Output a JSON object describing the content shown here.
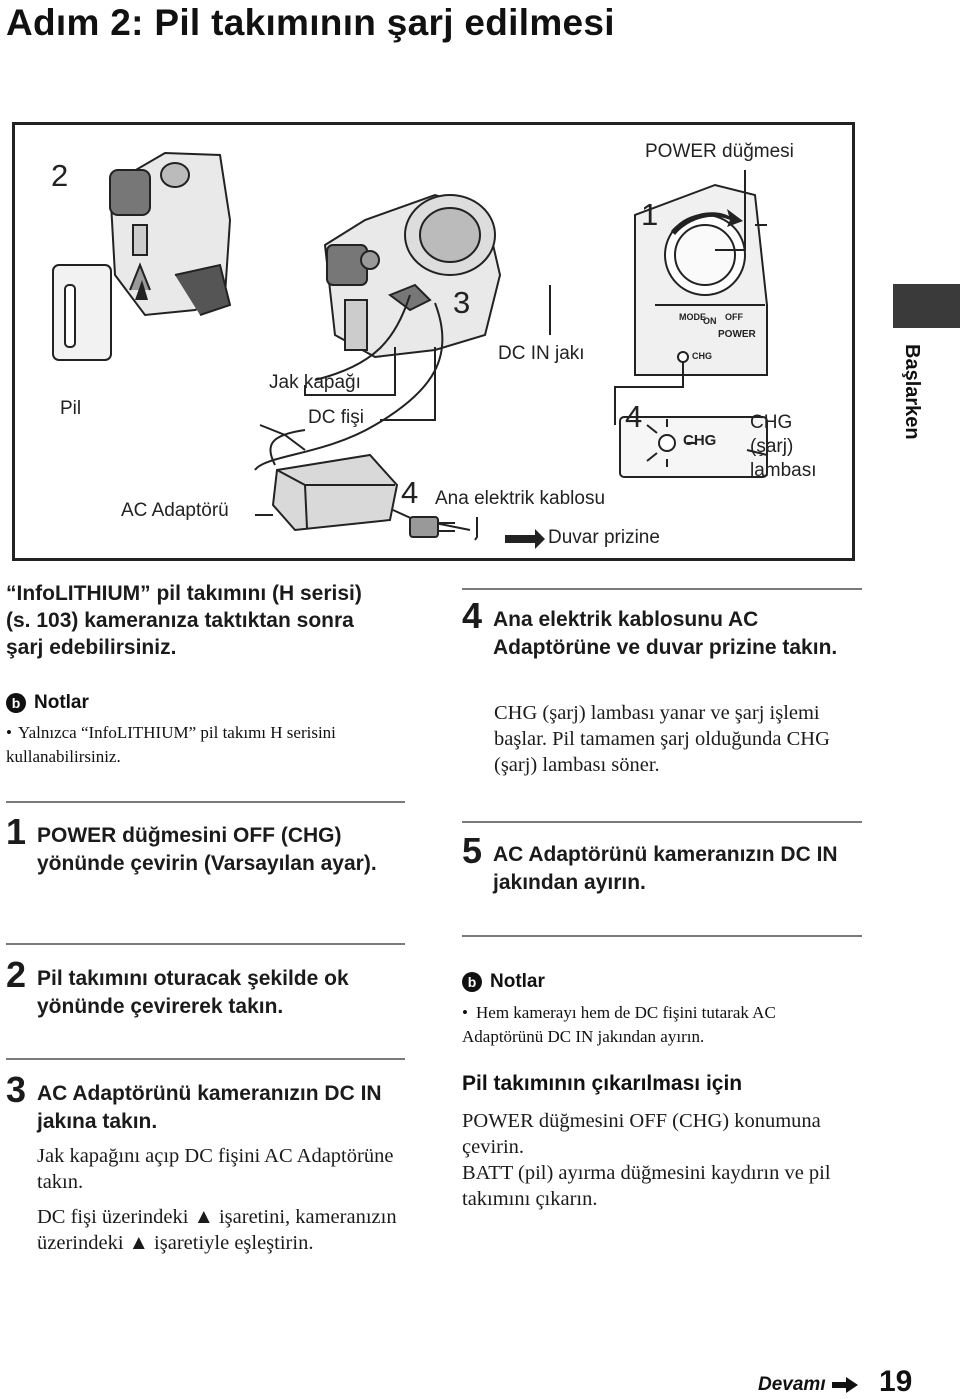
{
  "page": {
    "title": "Adım 2: Pil takımının şarj edilmesi",
    "side_tab": "Başlarken",
    "continued": "Devamı",
    "page_number": "19"
  },
  "figure": {
    "labels": {
      "step2": "2",
      "power_button": "POWER düğmesi",
      "step1": "1",
      "step3": "3",
      "dc_in_jack": "DC IN jakı",
      "jack_cover": "Jak kapağı",
      "battery": "Pil",
      "dc_plug": "DC fişi",
      "step4a": "4",
      "chg_lamp": "CHG\n(şarj)\nlambası",
      "ac_adaptor": "AC Adaptörü",
      "step4b": "4",
      "power_cord": "Ana elektrik kablosu",
      "wall_outlet": "Duvar prizine",
      "dial_mode": "MODE",
      "dial_on": "ON",
      "dial_off": "OFF",
      "dial_power": "POWER",
      "dial_chg": "CHG",
      "lamp_chg": "CHG"
    }
  },
  "left": {
    "intro": "“InfoLITHIUM” pil takımını (H serisi) (s. 103) kameranıza taktıktan sonra şarj edebilirsiniz.",
    "notes_title": "Notlar",
    "notes_icon": "b",
    "notes": [
      "Yalnızca “InfoLITHIUM” pil takımı H serisini kullanabilirsiniz."
    ],
    "step1": {
      "num": "1",
      "text": "POWER düğmesini OFF (CHG) yönünde çevirin (Varsayılan ayar)."
    },
    "step2": {
      "num": "2",
      "text": "Pil takımını oturacak şekilde ok yönünde çevirerek takın."
    },
    "step3": {
      "num": "3",
      "text": "AC Adaptörünü kameranızın DC IN jakına takın.",
      "body1": "Jak kapağını açıp DC fişini AC Adaptörüne takın.",
      "body2": "DC fişi üzerindeki ▲ işaretini, kameranızın üzerindeki ▲ işaretiyle eşleştirin."
    }
  },
  "right": {
    "step4": {
      "num": "4",
      "text": "Ana elektrik kablosunu AC Adaptörüne ve duvar prizine takın.",
      "body": "CHG (şarj) lambası yanar ve şarj işlemi başlar. Pil tamamen şarj olduğunda CHG (şarj) lambası söner."
    },
    "step5": {
      "num": "5",
      "text": "AC Adaptörünü kameranızın DC IN jakından ayırın."
    },
    "notes_title": "Notlar",
    "notes_icon": "b",
    "notes": [
      "Hem kamerayı hem de DC fişini tutarak AC Adaptörünü DC IN jakından ayırın."
    ],
    "removal_title": "Pil takımının çıkarılması için",
    "removal_body1": "POWER düğmesini OFF (CHG) konumuna çevirin.",
    "removal_body2": "BATT (pil) ayırma düğmesini kaydırın ve pil takımını çıkarın."
  }
}
